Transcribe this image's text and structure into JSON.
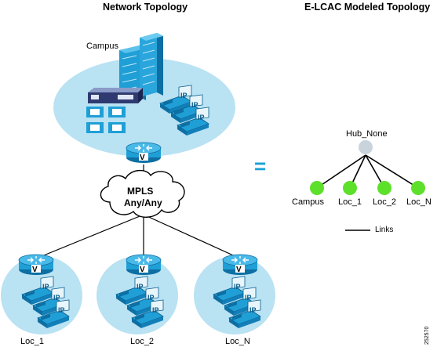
{
  "left_title": "Network Topology",
  "right_title": "E-LCAC Modeled Topology",
  "campus_label": "Campus",
  "cloud": {
    "line1": "MPLS",
    "line2": "Any/Any"
  },
  "router_mark": "V",
  "phone_mark": "IP",
  "sites": [
    {
      "label": "Loc_1"
    },
    {
      "label": "Loc_2"
    },
    {
      "label": "Loc_N"
    }
  ],
  "equals": "=",
  "model": {
    "hub": "Hub_None",
    "nodes": [
      "Campus",
      "Loc_1",
      "Loc_2",
      "Loc_N"
    ],
    "legend": "Links"
  },
  "colors": {
    "site_fill": "#b9e2f3",
    "router": "#1f9fd6",
    "hub_node": "#c8d3dc",
    "loc_node": "#5de02a",
    "equals": "#1aa0d8"
  },
  "figure_id": "252570"
}
